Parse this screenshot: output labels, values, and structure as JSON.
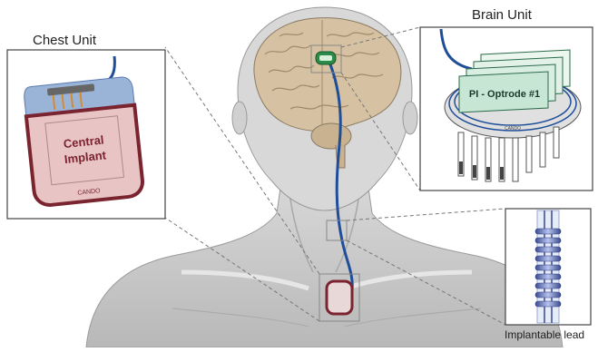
{
  "labels": {
    "chest_unit": "Chest Unit",
    "brain_unit": "Brain Unit",
    "implantable_lead": "Implantable lead"
  },
  "chest_implant": {
    "line1": "Central",
    "line2": "Implant",
    "brand": "CANDO"
  },
  "brain_implant": {
    "optrode_label": "PI - Optrode #1",
    "brand": "CANDO"
  },
  "colors": {
    "lead_blue": "#1f4e99",
    "implant_red": "#7a2430",
    "implant_pink": "#e8c4c4",
    "header_blue": "#9ab4d8",
    "optrode_green": "#c8e6d4",
    "body_gray": "#c8c8c8",
    "brain_tan": "#d6c2a2"
  }
}
